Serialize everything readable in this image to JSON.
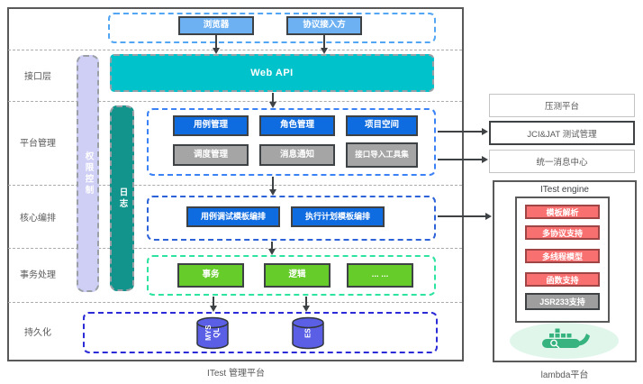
{
  "colors": {
    "web_api_cyan": "#00c2ca",
    "module_blue": "#0e6be0",
    "module_gray": "#a5a5a5",
    "module_green": "#66cc29",
    "client_blue": "#6db1f3",
    "permission_lavender": "#cfcff5",
    "log_teal": "#12948c",
    "datastore_indigo": "#5a5fe6",
    "feature_red": "#f97070",
    "zone_blue_dash": "#3b82f6",
    "zone_green_dash": "#2de3a0",
    "zone_indigo_dash": "#2b2bd8"
  },
  "left_panel": {
    "caption": "ITest 管理平台",
    "layers": [
      "接口层",
      "平台管理",
      "核心编排",
      "事务处理",
      "持久化"
    ],
    "clients": [
      "浏览器",
      "协议接入方"
    ],
    "web_api_label": "Web API",
    "permission_bar": "权限控制",
    "log_bar": "日志",
    "platform_modules_primary": [
      "用例管理",
      "角色管理",
      "项目空间"
    ],
    "platform_modules_secondary": [
      "调度管理",
      "消息通知",
      "接口导入工具集"
    ],
    "orchestration_modules": [
      "用例调试模板编排",
      "执行计划模板编排"
    ],
    "transaction_modules": [
      "事务",
      "逻辑",
      "... ..."
    ],
    "datastores": [
      "MYSQL",
      "ES"
    ]
  },
  "right_panel": {
    "caption": "lambda平台",
    "external_systems": [
      "压测平台",
      "JCI&JAT 测试管理",
      "统一消息中心"
    ],
    "engine": {
      "title": "ITest engine",
      "features": [
        "模板解析",
        "多协议支持",
        "多线程模型",
        "函数支持",
        "JSR233支持"
      ]
    }
  }
}
